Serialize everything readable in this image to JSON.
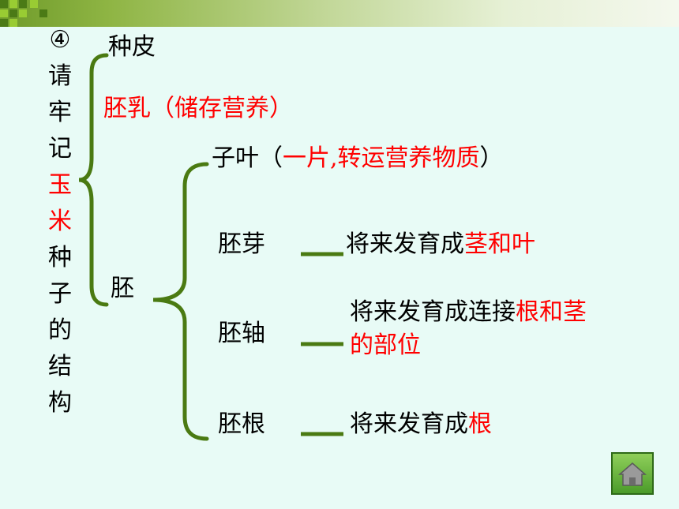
{
  "title": {
    "number": "④",
    "chars": [
      "请",
      "牢",
      "记",
      "玉",
      "米",
      "种",
      "子",
      "的",
      "结",
      "构"
    ],
    "red_indices": [
      3,
      4
    ]
  },
  "seed": {
    "coat": "种皮",
    "endosperm": "胚乳（储存营养）",
    "embryo": "胚"
  },
  "embryo_parts": {
    "cotyledon": {
      "name": "子叶",
      "open": "（",
      "desc": "一片,转运营养物质",
      "close": "）"
    },
    "plumule": {
      "name": "胚芽",
      "desc_prefix": "将来发育成",
      "desc_red": "茎和叶"
    },
    "hypocotyl": {
      "name": "胚轴",
      "desc_prefix": "将来发育成连接",
      "desc_red_line1": "根和茎",
      "desc_red_line2": "的部位"
    },
    "radicle": {
      "name": "胚根",
      "desc_prefix": "将来发育成",
      "desc_red": "根"
    }
  },
  "colors": {
    "highlight": "#ff0000",
    "brace": "#4a7a12",
    "background": "#e8fbf6"
  },
  "icons": {
    "home": "home-icon"
  }
}
